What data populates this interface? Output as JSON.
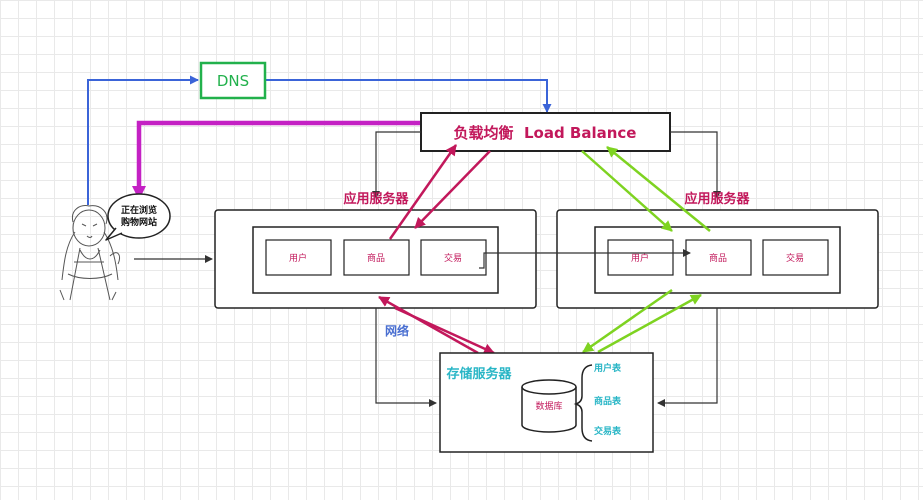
{
  "dns": {
    "label": "DNS",
    "color": "#22b14c"
  },
  "load_balancer": {
    "label": "负载均衡  Load Balance",
    "color": "#c2185b"
  },
  "user_bubble": {
    "line1": "正在浏览",
    "line2": "购物网站"
  },
  "app_server_left": {
    "title": "应用服务器",
    "modules": [
      "用户",
      "商品",
      "交易"
    ]
  },
  "app_server_right": {
    "title": "应用服务器",
    "modules": [
      "用户",
      "商品",
      "交易"
    ]
  },
  "network_label": "网络",
  "storage": {
    "title": "存储服务器",
    "database": "数据库",
    "tables": [
      "用户表",
      "商品表",
      "交易表"
    ]
  },
  "colors": {
    "blue": "#3b64d8",
    "magenta": "#c421c4",
    "crimson": "#c2185b",
    "green": "#7ed321",
    "teal": "#29b6c6",
    "network": "#4a6fd1",
    "black": "#333333"
  }
}
